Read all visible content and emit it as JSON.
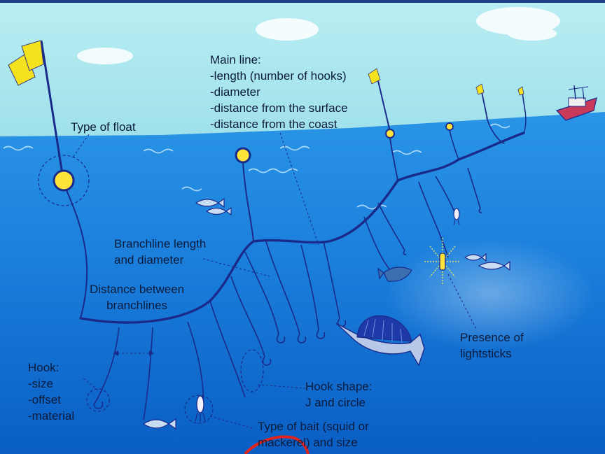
{
  "labels": {
    "float_type": "Type of float",
    "main_line": {
      "title": "Main line:",
      "items": [
        "-length (number of hooks)",
        "-diameter",
        "-distance from the surface",
        "-distance from the coast"
      ]
    },
    "branchline": [
      "Branchline length",
      "and diameter"
    ],
    "distance_between": [
      "Distance between",
      "branchlines"
    ],
    "hook": {
      "title": "Hook:",
      "items": [
        "-size",
        "-offset",
        "-material"
      ]
    },
    "hook_shape": [
      "Hook shape:",
      "J and circle"
    ],
    "bait": [
      "Type of bait (squid or",
      "mackerel) and size"
    ],
    "lightsticks": [
      "Presence of",
      "lightsticks"
    ]
  },
  "icons": [
    "flag-icon",
    "float-icon",
    "fish-icon",
    "squid-icon",
    "hook-icon",
    "lightstick-icon",
    "sailfish-icon",
    "boat-icon"
  ],
  "colors": {
    "sky": "#a8e6ee",
    "sea_surface": "#1f8be0",
    "sea_deep": "#0b5fc4",
    "line": "#1a2a8a",
    "float_fill": "#ffe33a",
    "flag": "#f5e21f",
    "label_text": "#0d1b3d",
    "highlight_circle": "#e1231e"
  }
}
